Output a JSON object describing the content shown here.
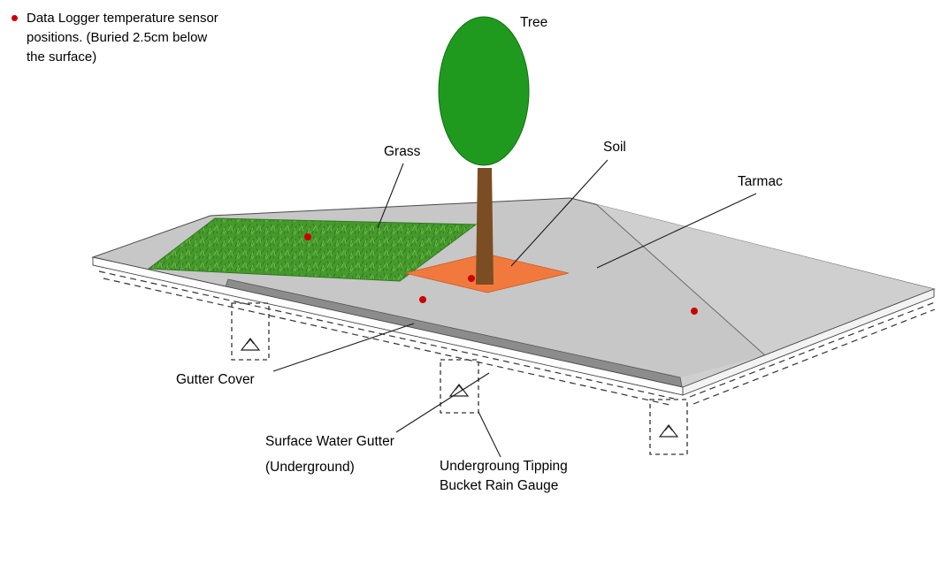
{
  "legend": {
    "lines": [
      "Data Logger temperature sensor",
      "positions. (Buried 2.5cm below",
      "the surface)"
    ]
  },
  "labels": {
    "tree": "Tree",
    "grass": "Grass",
    "soil": "Soil",
    "tarmac": "Tarmac",
    "gutter_cover": "Gutter Cover",
    "surface_water_gutter": [
      "Surface Water Gutter",
      "(Underground)"
    ],
    "rain_gauge": [
      "Undergroung Tipping",
      "Bucket Rain Gauge"
    ]
  },
  "icons": {
    "sensor_marker": "red-dot",
    "rain_gauge_symbol": "tipping-bucket-triangle"
  },
  "colors": {
    "sensor_dot": "#cc0000",
    "grass_base": "#47992e",
    "soil": "#f2793e",
    "tree_crown": "#1f9a1f",
    "tree_trunk": "#7a4e22",
    "tarmac": "#c7c7c7",
    "tarmac_right": "#cfcfcf",
    "gutter_cover": "#8c8c8c"
  }
}
